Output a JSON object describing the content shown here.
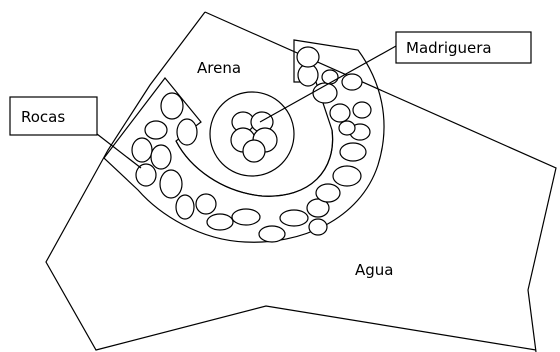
{
  "labels": {
    "arena": "Arena",
    "agua": "Agua",
    "rocas": "Rocas",
    "madriguera": "Madriguera"
  }
}
